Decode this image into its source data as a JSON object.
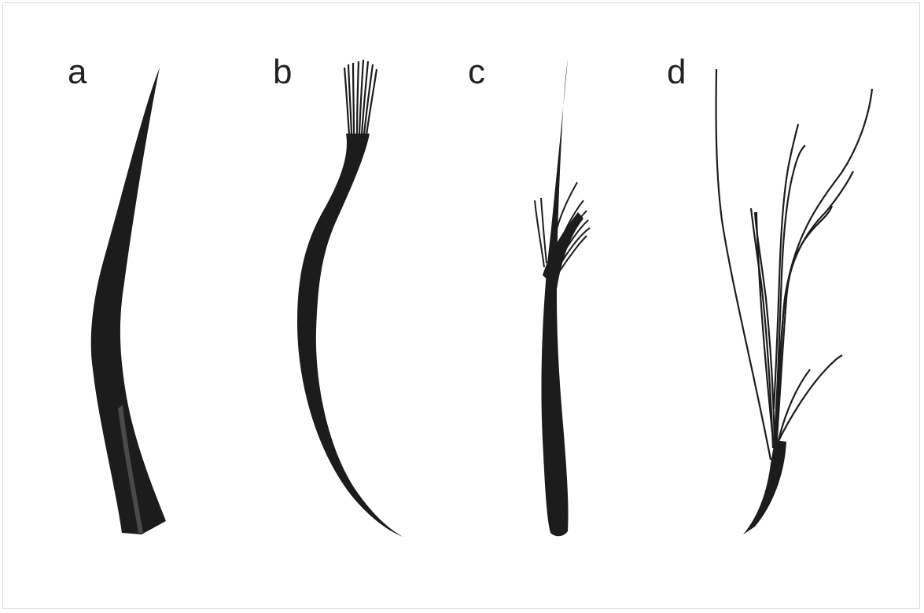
{
  "figure": {
    "panels": [
      {
        "label": "a",
        "description_icon": "single-tapered-filament-icon"
      },
      {
        "label": "b",
        "description_icon": "filament-with-apical-tuft-icon"
      },
      {
        "label": "c",
        "description_icon": "filament-with-midshaft-branches-icon"
      },
      {
        "label": "d",
        "description_icon": "branched-filament-tuft-icon"
      }
    ],
    "colors": {
      "filament": "#1c1c1c",
      "filament_highlight": "#4a4a4a",
      "border": "#dcdcdc",
      "background": "#ffffff",
      "label": "#222222"
    }
  }
}
